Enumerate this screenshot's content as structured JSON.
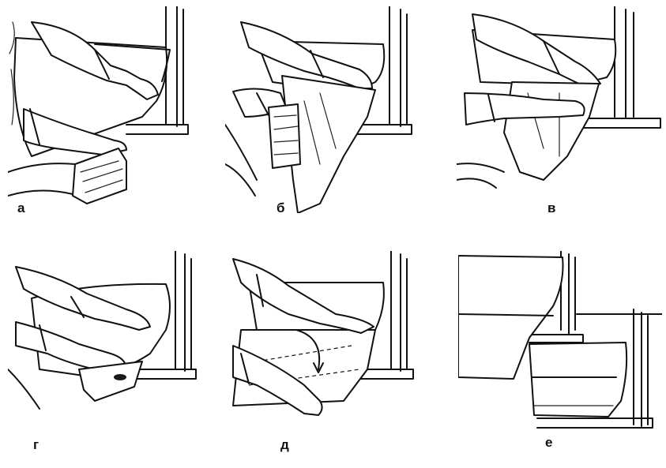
{
  "panels": [
    {
      "id": "a",
      "label": "а"
    },
    {
      "id": "b",
      "label": "б"
    },
    {
      "id": "v",
      "label": "в"
    },
    {
      "id": "g",
      "label": "г"
    },
    {
      "id": "d",
      "label": "д"
    },
    {
      "id": "e",
      "label": "е"
    }
  ]
}
